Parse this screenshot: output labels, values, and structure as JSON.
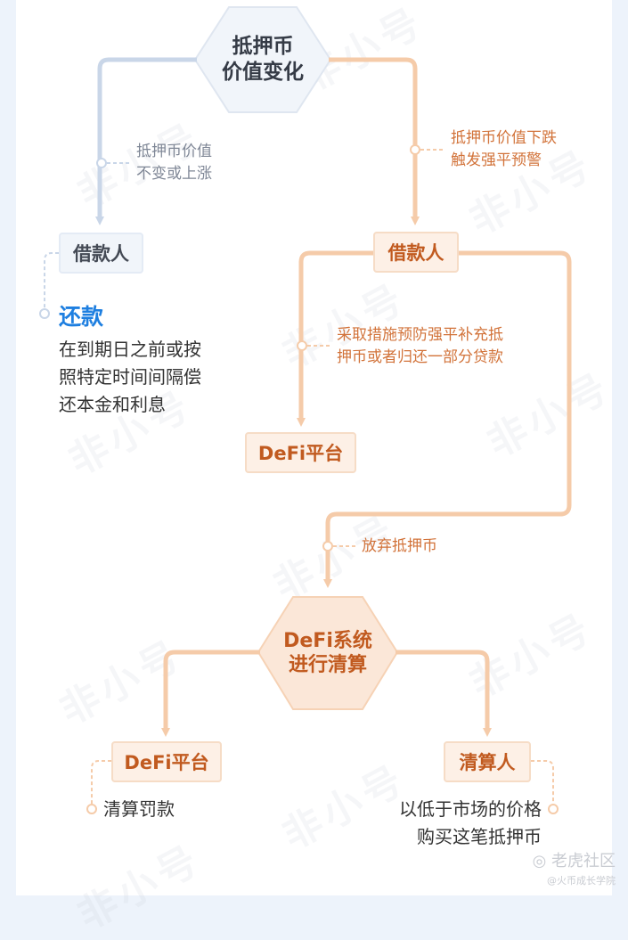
{
  "nodes": {
    "collateral_change": {
      "line1": "抵押币",
      "line2": "价值变化"
    },
    "borrower_left": "借款人",
    "borrower_right": "借款人",
    "defi_platform_mid": "DeFi平台",
    "defi_system": {
      "line1": "DeFi系统",
      "line2": "进行清算"
    },
    "defi_platform_bottom": "DeFi平台",
    "liquidator": "清算人"
  },
  "edges": {
    "unchanged_or_up": {
      "line1": "抵押币价值",
      "line2": "不变或上涨"
    },
    "drop_warning": {
      "line1": "抵押币价值下跌",
      "line2": "触发强平预警"
    },
    "take_measures": {
      "line1": "采取措施预防强平补充抵",
      "line2": "押币或者归还一部分贷款"
    },
    "abandon": "放弃抵押币"
  },
  "repay": {
    "title": "还款",
    "lines": [
      "在到期日之前或按",
      "照特定时间间隔偿",
      "还本金和利息"
    ]
  },
  "outcomes": {
    "penalty": "清算罚款",
    "liquidator_lines": [
      "以低于市场的价格",
      "购买这笔抵押币"
    ]
  },
  "watermark": "非小号",
  "footer": {
    "brand": "老虎社区",
    "sub": "@火币成长学院"
  },
  "colors": {
    "blue_line": "#c9d6e8",
    "orange_line": "#f5cba9",
    "accent_blue": "#1e7fe0",
    "accent_orange": "#c15a1f"
  }
}
